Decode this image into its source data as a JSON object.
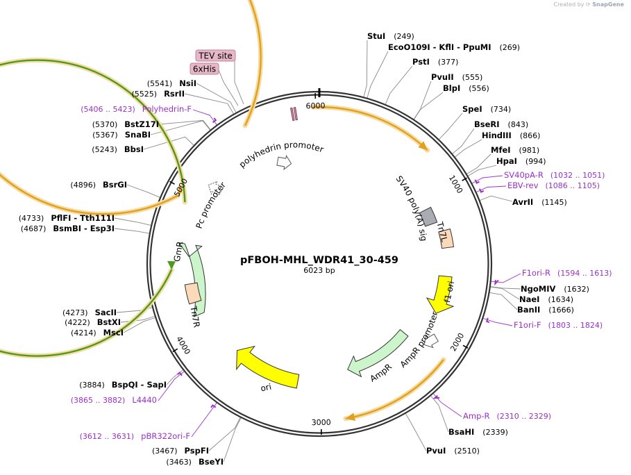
{
  "credit": {
    "prefix": "Created by",
    "brand": "SnapGene"
  },
  "plasmid": {
    "name": "pFBOH-MHL_WDR41_30-459",
    "size_label": "6023 bp",
    "length": 6023
  },
  "ticks": [
    "1000",
    "2000",
    "3000",
    "4000",
    "5000",
    "6000"
  ],
  "enzymes": [
    {
      "name": "StuI",
      "pos": "(249)"
    },
    {
      "name": "EcoO109I - KflI - PpuMI",
      "pos": "(269)"
    },
    {
      "name": "PstI",
      "pos": "(377)"
    },
    {
      "name": "PvuII",
      "pos": "(555)"
    },
    {
      "name": "BlpI",
      "pos": "(556)"
    },
    {
      "name": "SpeI",
      "pos": "(734)"
    },
    {
      "name": "BseRI",
      "pos": "(843)"
    },
    {
      "name": "HindIII",
      "pos": "(866)"
    },
    {
      "name": "MfeI",
      "pos": "(981)"
    },
    {
      "name": "HpaI",
      "pos": "(994)"
    },
    {
      "name": "AvrII",
      "pos": "(1145)"
    },
    {
      "name": "NgoMIV",
      "pos": "(1632)"
    },
    {
      "name": "NaeI",
      "pos": "(1634)"
    },
    {
      "name": "BanII",
      "pos": "(1666)"
    },
    {
      "name": "BsaHI",
      "pos": "(2339)"
    },
    {
      "name": "PvuI",
      "pos": "(2510)"
    },
    {
      "name": "BseYI",
      "pos": "(3463)"
    },
    {
      "name": "PspFI",
      "pos": "(3467)"
    },
    {
      "name": "BspQI - SapI",
      "pos": "(3884)"
    },
    {
      "name": "MscI",
      "pos": "(4214)"
    },
    {
      "name": "BstXI",
      "pos": "(4222)"
    },
    {
      "name": "SacII",
      "pos": "(4273)"
    },
    {
      "name": "BsmBI - Esp3I",
      "pos": "(4687)"
    },
    {
      "name": "PflFI - Tth111I",
      "pos": "(4733)"
    },
    {
      "name": "BsrGI",
      "pos": "(4896)"
    },
    {
      "name": "BbsI",
      "pos": "(5243)"
    },
    {
      "name": "SnaBI",
      "pos": "(5367)"
    },
    {
      "name": "BstZ17I",
      "pos": "(5370)"
    },
    {
      "name": "RsrII",
      "pos": "(5525)"
    },
    {
      "name": "NsiI",
      "pos": "(5541)"
    }
  ],
  "primers": [
    {
      "name": "SV40pA-R",
      "range": "(1032 .. 1051)"
    },
    {
      "name": "EBV-rev",
      "range": "(1086 .. 1105)"
    },
    {
      "name": "F1ori-R",
      "range": "(1594 .. 1613)"
    },
    {
      "name": "F1ori-F",
      "range": "(1803 .. 1824)"
    },
    {
      "name": "Amp-R",
      "range": "(2310 .. 2329)"
    },
    {
      "name": "pBR322ori-F",
      "range": "(3612 .. 3631)"
    },
    {
      "name": "L4440",
      "range": "(3865 .. 3882)"
    },
    {
      "name": "Polyhedrin-F",
      "range": "(5406 .. 5423)"
    }
  ],
  "tags": [
    "TEV site",
    "6xHis"
  ],
  "features": [
    {
      "name": "polyhedrin promoter",
      "kind": "promoter"
    },
    {
      "name": "SV40 poly(A) signal",
      "kind": "terminator"
    },
    {
      "name": "Tn7L",
      "kind": "box"
    },
    {
      "name": "f1 ori",
      "kind": "rep_origin"
    },
    {
      "name": "AmpR promoter",
      "kind": "promoter"
    },
    {
      "name": "AmpR",
      "kind": "cds"
    },
    {
      "name": "ori",
      "kind": "rep_origin"
    },
    {
      "name": "Tn7R",
      "kind": "box"
    },
    {
      "name": "GmR",
      "kind": "cds"
    },
    {
      "name": "Pc promoter",
      "kind": "promoter"
    }
  ],
  "colors": {
    "backbone": "#333333",
    "enzyme_line": "#888888",
    "primer": "#9b30c8",
    "f1_ori": "#ffff00",
    "ori": "#ffff00",
    "ampr": "#ccf5cc",
    "gmr": "#ccf5cc",
    "tn7": "#fbd9b9",
    "terminator": "#a9adb3",
    "orange_orf": "#e0a020",
    "green_orf": "#4d9a20",
    "tag_fill": "#e6b8c7",
    "tag_stroke": "#c07f97"
  }
}
